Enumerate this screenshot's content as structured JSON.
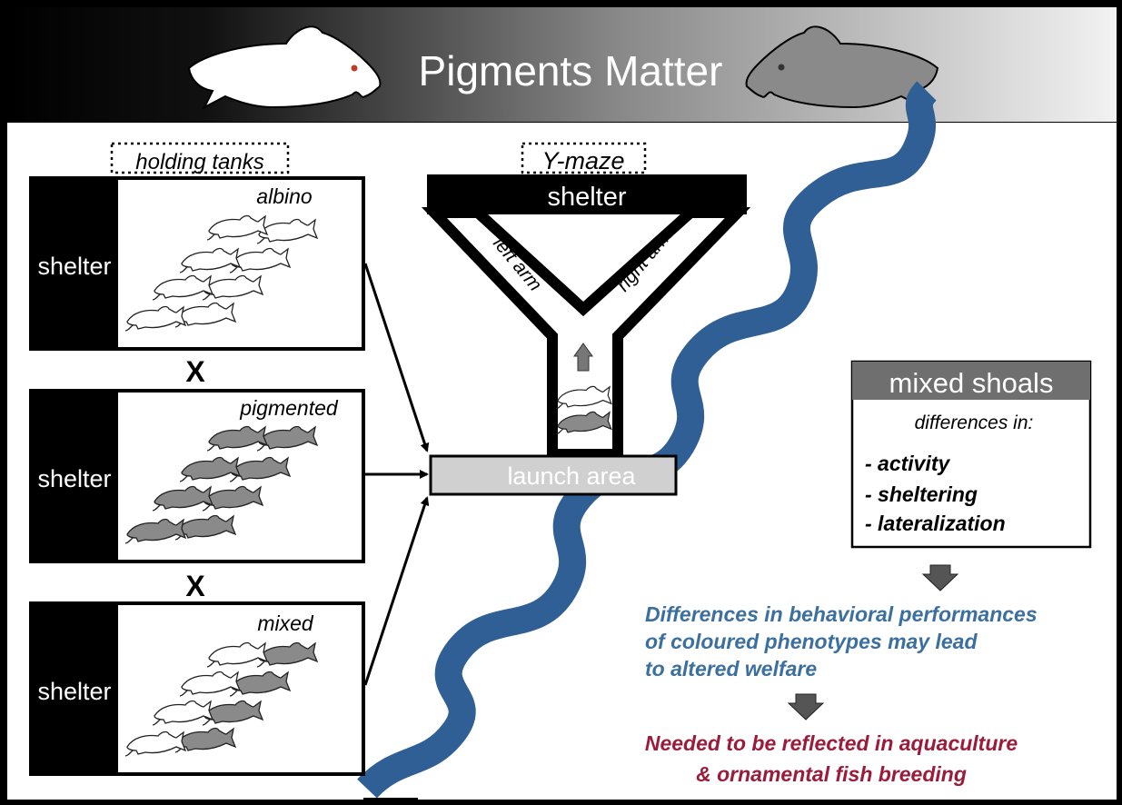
{
  "title": "Pigments Matter",
  "holding_tanks_label": "holding tanks",
  "ymaze_label": "Y-maze",
  "tanks": [
    {
      "shelter": "shelter",
      "group": "albino"
    },
    {
      "shelter": "shelter",
      "group": "pigmented"
    },
    {
      "shelter": "shelter",
      "group": "mixed"
    }
  ],
  "cross_symbol": "X",
  "maze": {
    "shelter": "shelter",
    "left_arm": "left arm",
    "right_arm": "right arm",
    "launch_area": "launch area"
  },
  "mixed_shoals": {
    "title": "mixed shoals",
    "subtitle": "differences in:",
    "items": [
      "- activity",
      "- sheltering",
      "- lateralization"
    ]
  },
  "conclusion_1": [
    "Differences in behavioral performances",
    "of coloured phenotypes may lead",
    "to altered welfare"
  ],
  "conclusion_2": [
    "Needed to be reflected in aquaculture",
    "& ornamental fish breeding"
  ],
  "colors": {
    "river": "#2f5f94",
    "blue_text": "#3b6fa0",
    "red_text": "#9b1b3a",
    "pigmented_fish": "#8a8a8a",
    "albino_eye": "#c0392b"
  }
}
